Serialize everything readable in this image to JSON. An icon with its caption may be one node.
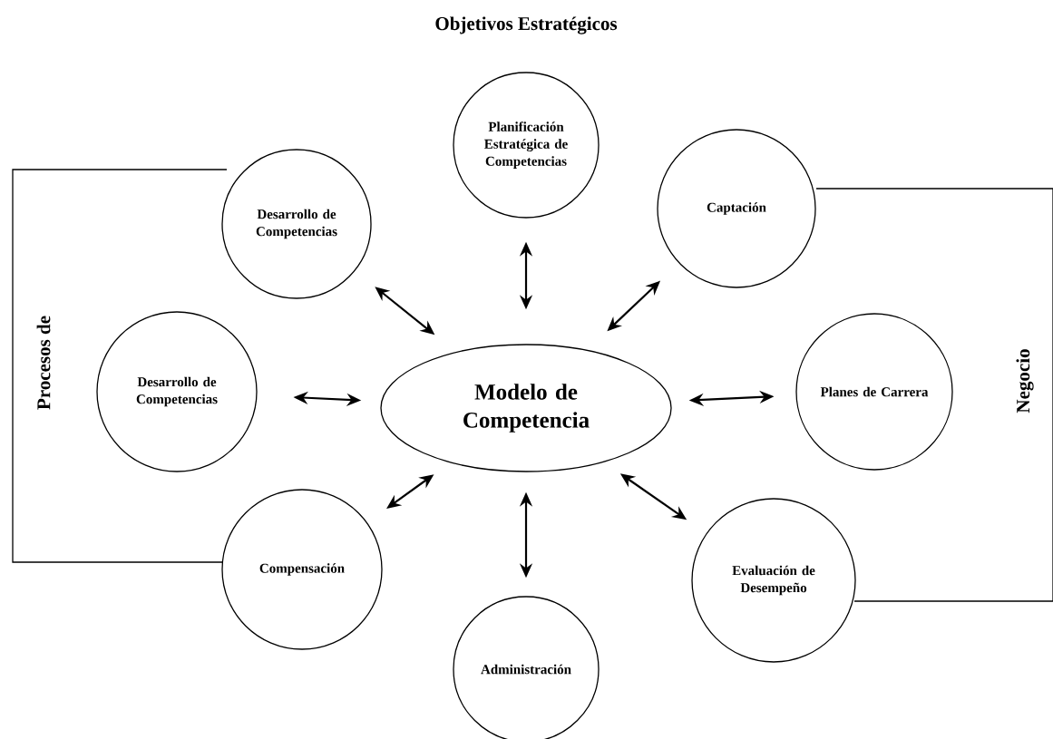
{
  "diagram": {
    "title": "Objetivos Estratégicos",
    "nodes": [
      {
        "text": [
          "Planificación Estratégica de Competencias"
        ]
      },
      {
        "text": [
          "Desarrollo de Competencias"
        ]
      },
      {
        "text": [
          "Captación"
        ]
      },
      {
        "text": [
          "Desarrollo de Competencias"
        ]
      },
      {
        "text": [
          "Modelo de Competencia"
        ]
      },
      {
        "text": [
          "Planes de Carrera"
        ]
      },
      {
        "text": [
          "Compensación"
        ]
      },
      {
        "text": [
          "Evaluación de Desempeño"
        ]
      },
      {
        "text": [
          "Administración"
        ]
      }
    ],
    "edges": [
      {
        "from": 4,
        "to": 0,
        "arrow": "both"
      },
      {
        "from": 4,
        "to": 1,
        "arrow": "both"
      },
      {
        "from": 4,
        "to": 2,
        "arrow": "both"
      },
      {
        "from": 4,
        "to": 3,
        "arrow": "both"
      },
      {
        "from": 4,
        "to": 5,
        "arrow": "both"
      },
      {
        "from": 4,
        "to": 6,
        "arrow": "both"
      },
      {
        "from": 4,
        "to": 7,
        "arrow": "both"
      },
      {
        "from": 4,
        "to": 8,
        "arrow": "both"
      }
    ],
    "labels": [
      "Procesos de",
      "Negocio"
    ]
  }
}
